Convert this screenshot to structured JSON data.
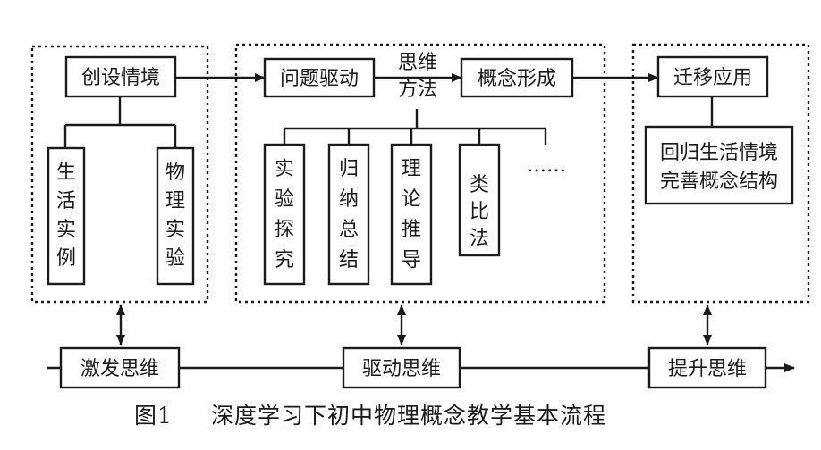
{
  "nodes": {
    "create_situation": "创设情境",
    "life_examples": "生活实例",
    "physics_experiments": "物理实验",
    "problem_driven": "问题驱动",
    "thinking_method_top": "思维",
    "thinking_method_bottom": "方法",
    "concept_formation": "概念形成",
    "experimental_inquiry": "实验探究",
    "induction_summary": "归纳总结",
    "theoretical_derivation": "理论推导",
    "analogy": "类比法",
    "ellipsis": "……",
    "transfer_application": "迁移应用",
    "return_line1": "回归生活情境",
    "return_line2": "完善概念结构"
  },
  "timeline": {
    "stimulate": "激发思维",
    "drive": "驱动思维",
    "elevate": "提升思维"
  },
  "caption": {
    "figure_number": "图1",
    "title": "深度学习下初中物理概念教学基本流程"
  }
}
